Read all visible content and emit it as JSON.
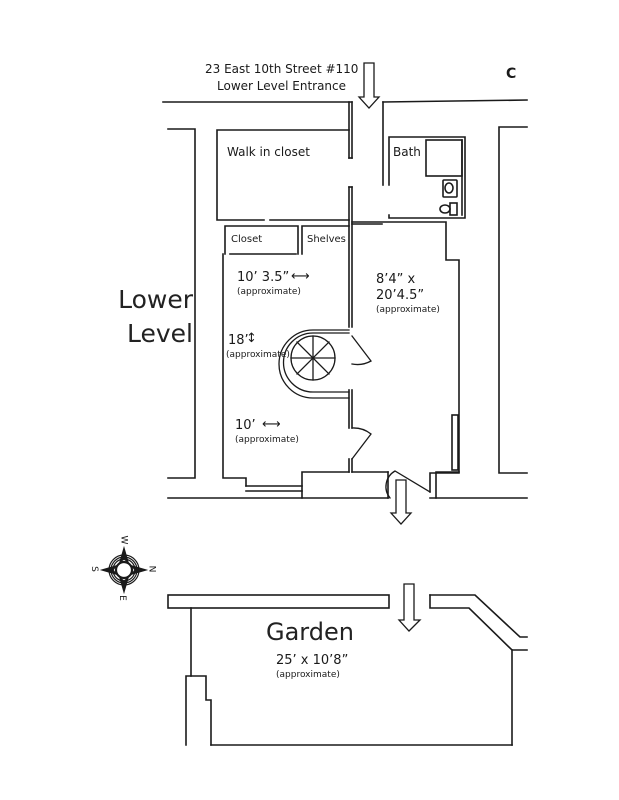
{
  "header": {
    "address": "23 East 10th Street #110",
    "entrance": "Lower Level Entrance",
    "unit_letter": "C"
  },
  "level_label": [
    "Lower",
    "Level"
  ],
  "rooms": {
    "walk_in_closet": "Walk in closet",
    "bath": "Bath",
    "closet": "Closet",
    "shelves": "Shelves"
  },
  "dimensions": {
    "room_width": "10’ 3.5”",
    "room_width_note": "(approximate)",
    "room_length": "18’",
    "room_length_note": "(approximate)",
    "room_bottom": "10’",
    "room_bottom_note": "(approximate)",
    "right_room_line1": "8’4” x",
    "right_room_line2": "20’4.5”",
    "right_room_note": "(approximate)"
  },
  "compass": {
    "top": "W",
    "right": "N",
    "bottom": "E",
    "left": "S"
  },
  "garden": {
    "title": "Garden",
    "size": "25’ x 10’8”",
    "note": "(approximate)"
  },
  "colors": {
    "line": "#1a1a1a",
    "background": "#ffffff"
  }
}
